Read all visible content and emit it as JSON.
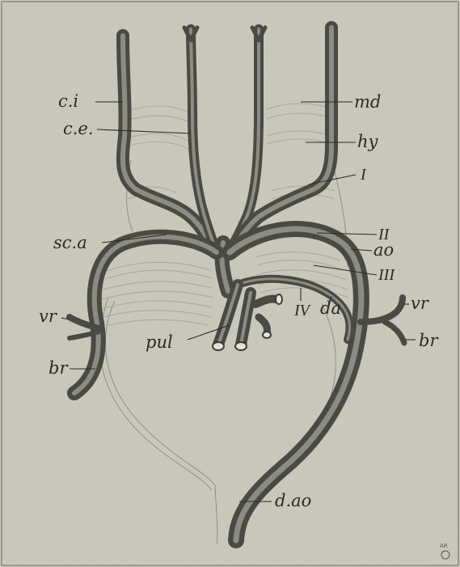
{
  "diagram": {
    "labels": {
      "ci": "c.i",
      "ce": "c.e.",
      "md": "md",
      "hy": "hy",
      "arch_1": "I",
      "sca": "sc.a",
      "arch_2": "II",
      "ao": "ao",
      "arch_3": "III",
      "arch_4": "IV",
      "da": "da",
      "vr_left": "vr",
      "vr_right": "vr",
      "br_left": "br",
      "br_right": "br",
      "pul": "pul",
      "dao": "d.ao"
    },
    "mark": "AR"
  }
}
